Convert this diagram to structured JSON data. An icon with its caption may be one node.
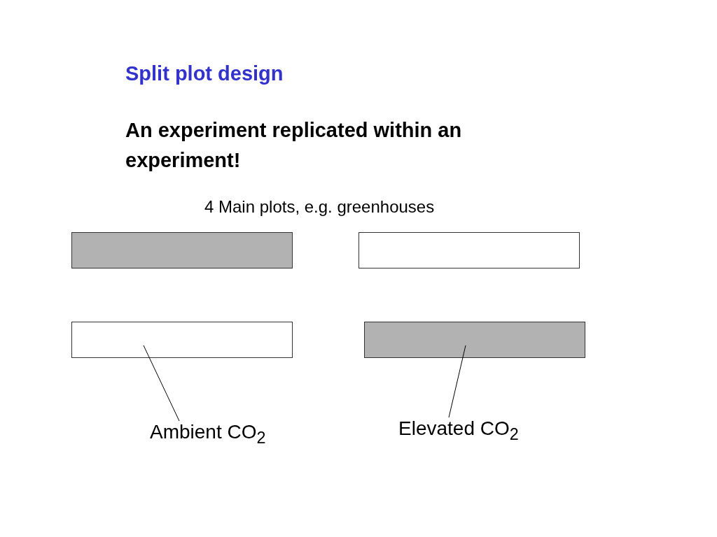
{
  "diagram": {
    "title": "Split plot design",
    "nodes": [
      {
        "text": [],
        "shape": "box"
      },
      {
        "text": [],
        "shape": "box"
      },
      {
        "text": [],
        "shape": "box"
      },
      {
        "text": [],
        "shape": "box"
      },
      {
        "text": [
          "Ambient CO$_{2}$"
        ]
      },
      {
        "text": [
          "Elevated CO$_{2}$"
        ]
      }
    ],
    "edges": [
      {
        "from": 4,
        "to": 2,
        "arrow": "none"
      },
      {
        "from": 5,
        "to": 3,
        "arrow": "none"
      }
    ],
    "labels": [
      "An experiment replicated within an experiment!",
      "4 Main plots, e.g. greenhouses"
    ]
  }
}
